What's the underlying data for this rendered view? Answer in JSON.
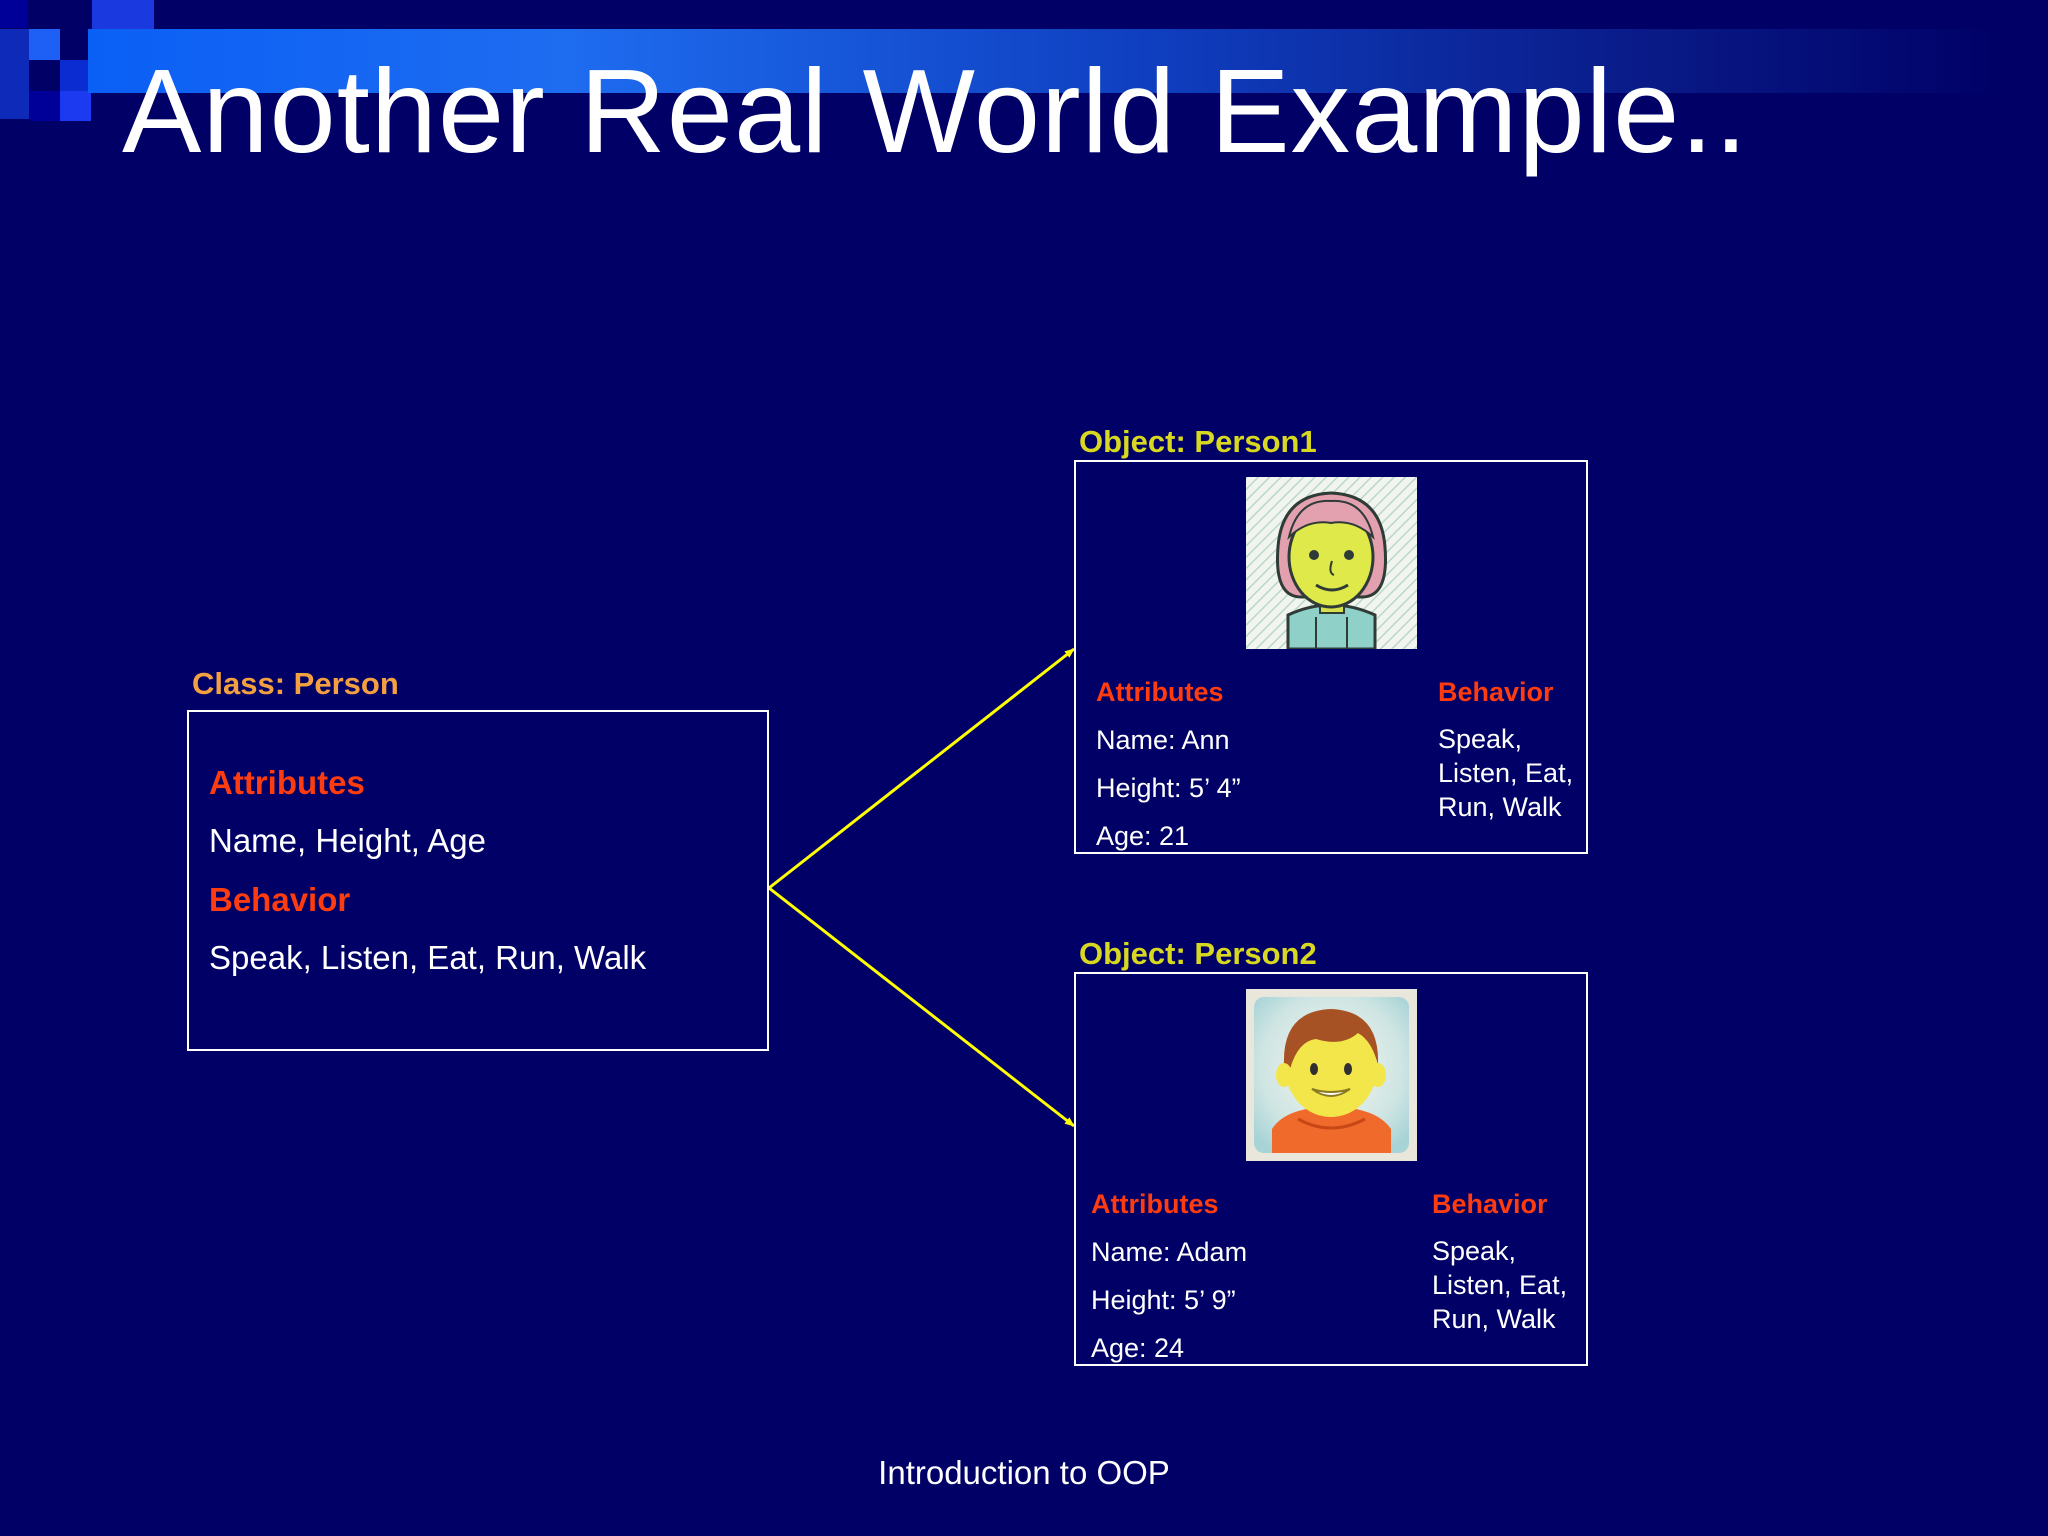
{
  "slide": {
    "title": "Another Real World Example..",
    "footer": "Introduction to OOP"
  },
  "colors": {
    "background": "#000066",
    "class_caption": "#f5a040",
    "object_caption": "#d8d820",
    "section_heading": "#ff3c0f",
    "arrow": "#ffff00"
  },
  "class_box": {
    "caption": "Class: Person",
    "attributes_heading": "Attributes",
    "attributes": "Name, Height, Age",
    "behavior_heading": "Behavior",
    "behavior": "Speak, Listen, Eat, Run, Walk"
  },
  "objects": [
    {
      "caption": "Object: Person1",
      "avatar_icon": "woman-avatar-icon",
      "attributes_heading": "Attributes",
      "name": "Name: Ann",
      "height": "Height: 5’ 4”",
      "age": "Age: 21",
      "behavior_heading": "Behavior",
      "behavior": "Speak, Listen, Eat, Run, Walk"
    },
    {
      "caption": "Object: Person2",
      "avatar_icon": "boy-avatar-icon",
      "attributes_heading": "Attributes",
      "name": "Name: Adam",
      "height": "Height: 5’ 9”",
      "age": "Age: 24",
      "behavior_heading": "Behavior",
      "behavior": "Speak, Listen, Eat, Run, Walk"
    }
  ]
}
